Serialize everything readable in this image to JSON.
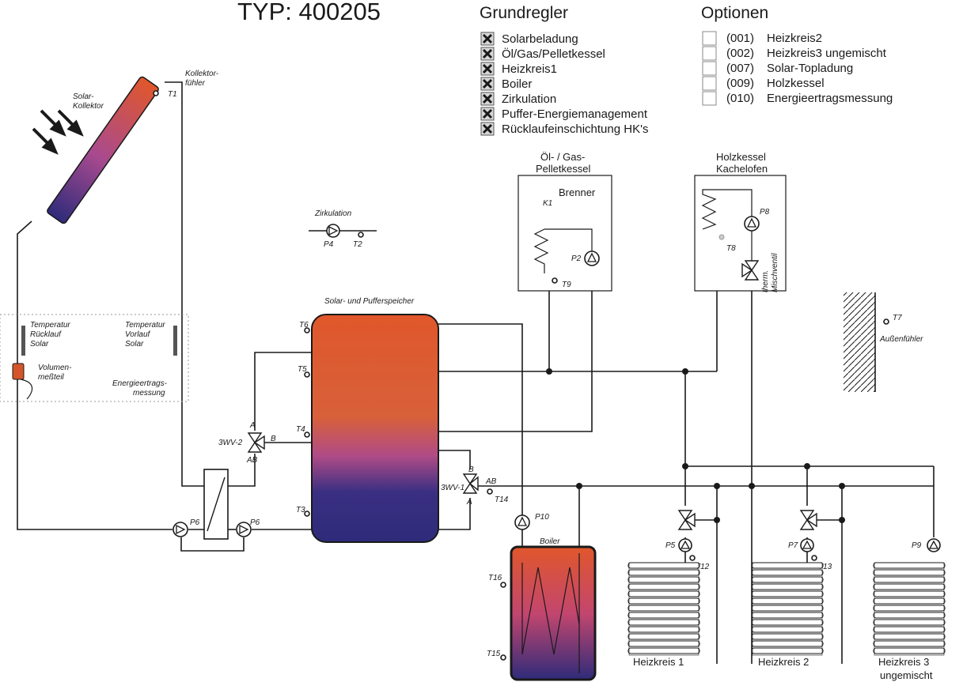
{
  "title": "TYP: 400205",
  "grundregler": {
    "heading": "Grundregler",
    "items": [
      {
        "label": "Solarbeladung",
        "checked": true
      },
      {
        "label": "Öl/Gas/Pelletkessel",
        "checked": true
      },
      {
        "label": "Heizkreis1",
        "checked": true
      },
      {
        "label": "Boiler",
        "checked": true
      },
      {
        "label": "Zirkulation",
        "checked": true
      },
      {
        "label": "Puffer-Energiemanagement",
        "checked": true
      },
      {
        "label": "Rücklaufeinschichtung HK's",
        "checked": true
      }
    ]
  },
  "optionen": {
    "heading": "Optionen",
    "items": [
      {
        "code": "(001)",
        "label": "Heizkreis2",
        "checked": false
      },
      {
        "code": "(002)",
        "label": "Heizkreis3 ungemischt",
        "checked": false
      },
      {
        "code": "(007)",
        "label": "Solar-Topladung",
        "checked": false
      },
      {
        "code": "(009)",
        "label": "Holzkessel",
        "checked": false
      },
      {
        "code": "(010)",
        "label": "Energieertragsmessung",
        "checked": false
      }
    ]
  },
  "labels": {
    "kollektor_line1": "Solar-",
    "kollektor_line2": "Kollektor",
    "kollektorfuehler_line1": "Kollektor-",
    "kollektorfuehler_line2": "fühler",
    "zirkulation": "Zirkulation",
    "speicher": "Solar- und Pufferspeicher",
    "oelgas_line1": "Öl- / Gas-",
    "oelgas_line2": "Pelletkessel",
    "brenner": "Brenner",
    "holzkessel_line1": "Holzkessel",
    "holzkessel_line2": "Kachelofen",
    "mischventil_line1": "therm.",
    "mischventil_line2": "Mischventil",
    "aussenfuehler": "Außenfühler",
    "temp_ruecklauf_line1": "Temperatur",
    "temp_ruecklauf_line2": "Rücklauf",
    "temp_ruecklauf_line3": "Solar",
    "temp_vorlauf_line1": "Temperatur",
    "temp_vorlauf_line2": "Vorlauf",
    "temp_vorlauf_line3": "Solar",
    "volumen_line1": "Volumen-",
    "volumen_line2": "meßteil",
    "energie_line1": "Energieertrags-",
    "energie_line2": "messung",
    "boiler": "Boiler",
    "hk1": "Heizkreis 1",
    "hk2": "Heizkreis 2",
    "hk3_line1": "Heizkreis 3",
    "hk3_line2": "ungemischt",
    "wv1": "3WV-1",
    "wv2": "3WV-2",
    "port_a": "A",
    "port_b": "B",
    "port_ab": "AB",
    "k1": "K1",
    "sensors": {
      "T1": "T1",
      "T2": "T2",
      "T3": "T3",
      "T4": "T4",
      "T5": "T5",
      "T6": "T6",
      "T7": "T7",
      "T8": "T8",
      "T9": "T9",
      "T12": "T12",
      "T13": "T13",
      "T14": "T14",
      "T15": "T15",
      "T16": "T16"
    },
    "pumps": {
      "P2": "P2",
      "P4": "P4",
      "P5": "P5",
      "P6": "P6",
      "P7": "P7",
      "P8": "P8",
      "P9": "P9",
      "P10": "P10"
    }
  },
  "colors": {
    "tank_top": "#e0572b",
    "tank_mid": "#b04b86",
    "tank_bottom": "#2e2b7a",
    "collector_hot": "#e0572b",
    "collector_cold": "#2e2b7a",
    "volumen_meter": "#d4552a",
    "line": "#1a1a1a"
  }
}
